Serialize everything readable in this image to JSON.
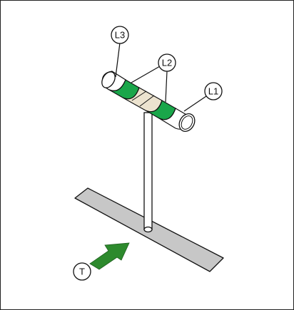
{
  "labels": {
    "l1": "L1",
    "l2": "L2",
    "l3": "L3",
    "t": "T"
  },
  "colors": {
    "outline": "#111111",
    "green_band": "#1aa64a",
    "beige_band": "#ece3cf",
    "white_band": "#ffffff",
    "base_plate": "#c7c7c7",
    "arrow": "#2d8a2d"
  }
}
